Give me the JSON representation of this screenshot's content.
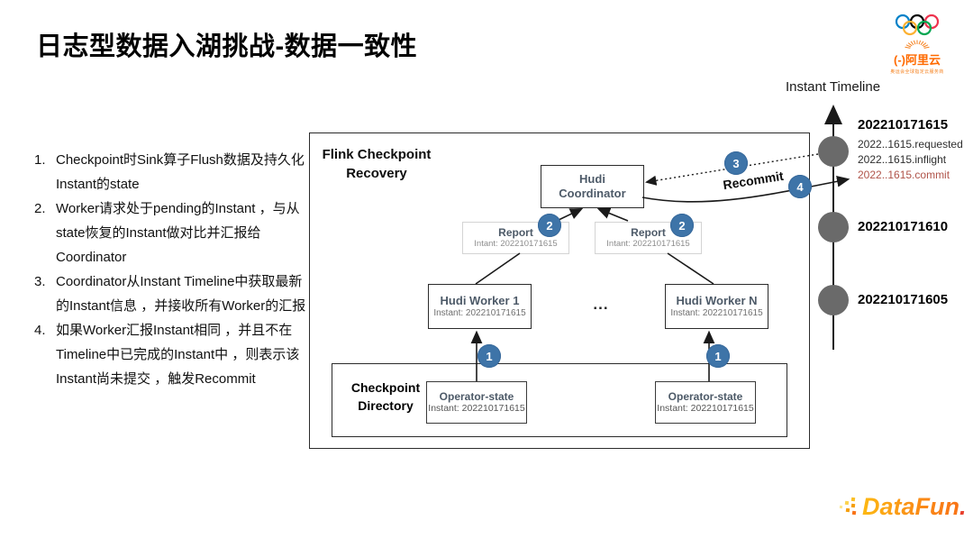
{
  "slide": {
    "title": "日志型数据入湖挑战-数据一致性"
  },
  "alibaba_logo": {
    "brand": "(-)阿里云",
    "tagline": "奥运会全球指定云服务商"
  },
  "notes": [
    {
      "num": "1.",
      "text": "Checkpoint时Sink算子Flush数据及持久化Instant的state"
    },
    {
      "num": "2.",
      "text": "Worker请求处于pending的Instant ，与从state恢复的Instant做对比并汇报给Coordinator"
    },
    {
      "num": "3.",
      "text": "Coordinator从Instant Timeline中获取最新的Instant信息 ，并接收所有Worker的汇报"
    },
    {
      "num": "4.",
      "text": "如果Worker汇报Instant相同 ，并且不在Timeline中已完成的Instant中 ，则表示该Instant尚未提交 ，触发Recommit"
    }
  ],
  "diagram": {
    "frame_label": {
      "line1": "Flink Checkpoint",
      "line2": "Recovery"
    },
    "coordinator": {
      "line1": "Hudi",
      "line2": "Coordinator"
    },
    "report_left": {
      "title": "Report",
      "instant": "Intant: 202210171615"
    },
    "report_right": {
      "title": "Report",
      "instant": "Intant: 202210171615"
    },
    "worker_left": {
      "title": "Hudi Worker 1",
      "instant": "Instant: 202210171615"
    },
    "worker_right": {
      "title": "Hudi Worker N",
      "instant": "Instant: 202210171615"
    },
    "ellipsis": "...",
    "checkpoint_dir": {
      "line1": "Checkpoint",
      "line2": "Directory"
    },
    "operator_left": {
      "title": "Operator-state",
      "instant": "Instant: 202210171615"
    },
    "operator_right": {
      "title": "Operator-state",
      "instant": "Instant: 202210171615"
    },
    "badges": {
      "step1_left": "1",
      "step1_right": "1",
      "step2_left": "2",
      "step2_right": "2",
      "step3": "3",
      "step4": "4"
    },
    "recommit_label": "Recommit"
  },
  "timeline": {
    "title": "Instant Timeline",
    "entries": [
      {
        "ts": "202210171615",
        "states": [
          "2022..1615.requested",
          "2022..1615.inflight",
          "2022..1615.commit"
        ]
      },
      {
        "ts": "202210171610"
      },
      {
        "ts": "202210171605"
      }
    ]
  },
  "datafun_logo": {
    "name": "DataFun",
    "dot": "."
  },
  "colors": {
    "badge_blue": "#3e74a8",
    "commit_red": "#b0544a",
    "accent_orange": "#ff6a00",
    "node_gray": "#6a6a6a",
    "label_slate": "#4d5a68"
  }
}
